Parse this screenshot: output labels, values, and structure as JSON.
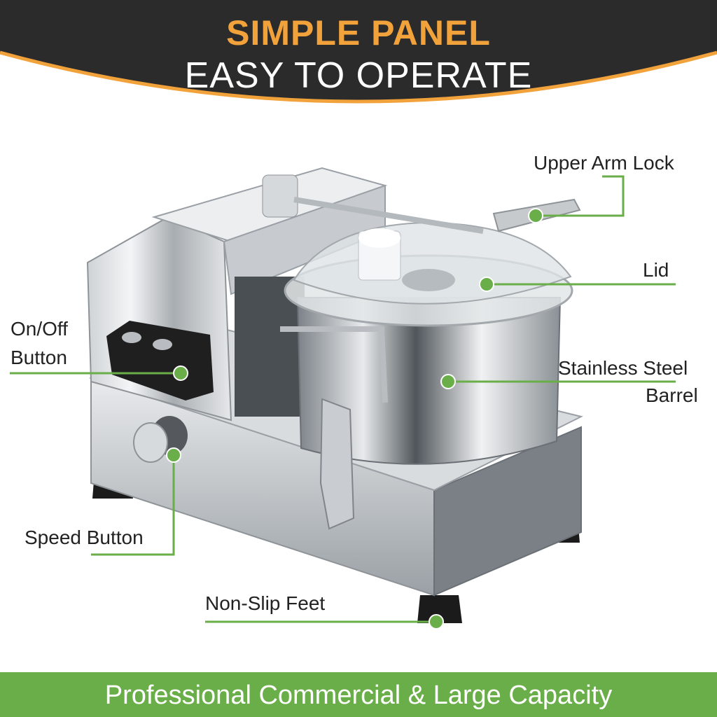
{
  "header": {
    "title_line1": "SIMPLE PANEL",
    "title_line2": "EASY TO OPERATE",
    "accent_color": "#f2a23a",
    "background_color": "#2b2b2b"
  },
  "callouts": {
    "upper_arm_lock": "Upper Arm Lock",
    "lid": "Lid",
    "on_off_line1": "On/Off",
    "on_off_line2": "Button",
    "stainless_line1": "Stainless Steel",
    "stainless_line2": "Barrel",
    "speed_button": "Speed Button",
    "non_slip_feet": "Non-Slip Feet",
    "line_color": "#6aae4a"
  },
  "footer": {
    "text": "Professional Commercial & Large Capacity",
    "color": "#6aae4a"
  }
}
